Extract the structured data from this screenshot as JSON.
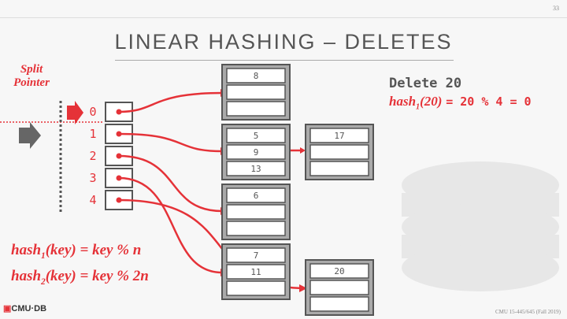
{
  "slide_number": "33",
  "title": "LINEAR HASHING – DELETES",
  "split_pointer_label": [
    "Split",
    "Pointer"
  ],
  "bucket_indices": [
    "0",
    "1",
    "2",
    "3",
    "4"
  ],
  "operation": {
    "title": "Delete 20",
    "hash_fn": "hash",
    "hash_sub": "1",
    "hash_arg": "(20)",
    "expression": "= 20 % 4 = 0"
  },
  "formulas": [
    {
      "fn": "hash",
      "sub": "1",
      "rest": "(key) = key % n"
    },
    {
      "fn": "hash",
      "sub": "2",
      "rest": "(key) = key % 2n"
    }
  ],
  "pages": [
    {
      "slots": [
        "8",
        "",
        ""
      ]
    },
    {
      "slots": [
        "5",
        "9",
        "13"
      ]
    },
    {
      "slots": [
        "6",
        "",
        ""
      ]
    },
    {
      "slots": [
        "7",
        "11",
        ""
      ]
    }
  ],
  "overflow_pages": [
    {
      "slots": [
        "17",
        "",
        ""
      ]
    },
    {
      "slots": [
        "20",
        "",
        ""
      ]
    }
  ],
  "logo": "CMU·DB",
  "footer": "CMU 15-445/645 (Fall 2019)",
  "colors": {
    "accent": "#e53238",
    "gray": "#555555"
  }
}
